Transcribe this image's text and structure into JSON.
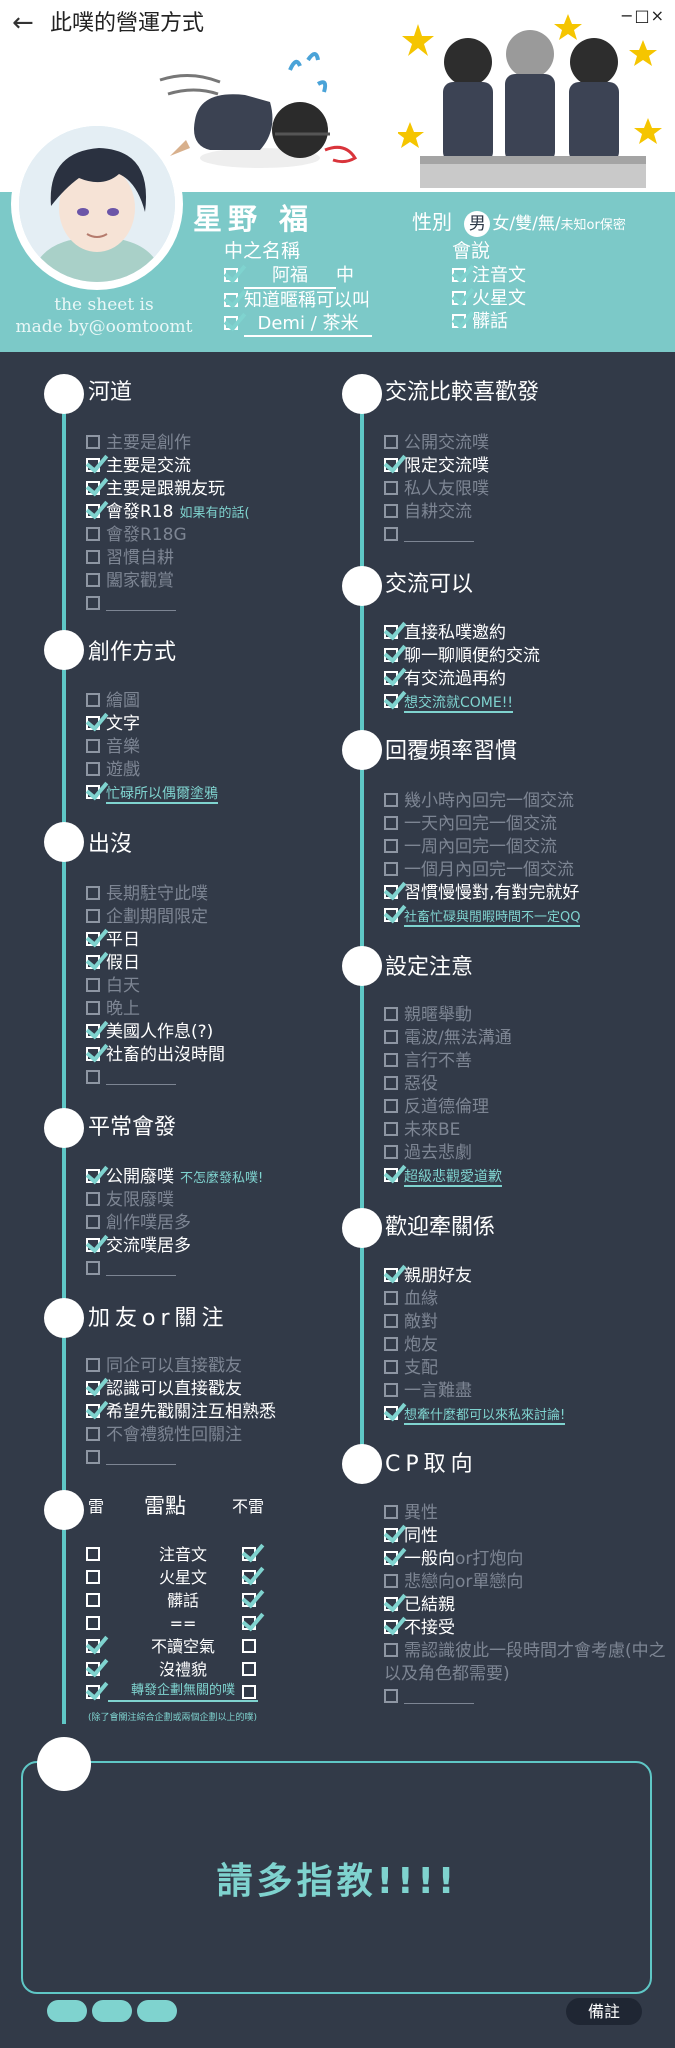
{
  "header": {
    "back_arrow": "←",
    "title": "此噗的營運方式",
    "window_controls": "−□×"
  },
  "credit": {
    "line1": "the sheet is",
    "line2": "made by@oomtoomt"
  },
  "profile": {
    "name": "星野 福",
    "gender_label": "性別",
    "gender_selected": "男",
    "gender_rest": "女/雙/無/",
    "gender_rest_small": "未知or保密",
    "middle_name_label": "中之名稱",
    "middle_name_rows": [
      {
        "value": "阿福",
        "suffix": "中"
      },
      {
        "value": "知道暱稱可以叫"
      },
      {
        "value": "Demi / 茶米"
      }
    ],
    "speaks_label": "會說",
    "speaks_rows": [
      "注音文",
      "火星文",
      "髒話"
    ]
  },
  "sections": {
    "river": {
      "title": "河道",
      "items": [
        {
          "text": "主要是創作",
          "checked": false
        },
        {
          "text": "主要是交流",
          "checked": true
        },
        {
          "text": "主要是跟親友玩",
          "checked": true
        },
        {
          "text": "會發R18",
          "checked": true,
          "note": "如果有的話("
        },
        {
          "text": "會發R18G",
          "checked": false
        },
        {
          "text": "習慣自耕",
          "checked": false
        },
        {
          "text": "闔家觀賞",
          "checked": false
        }
      ]
    },
    "create": {
      "title": "創作方式",
      "items": [
        {
          "text": "繪圖",
          "checked": false
        },
        {
          "text": "文字",
          "checked": true
        },
        {
          "text": "音樂",
          "checked": false
        },
        {
          "text": "遊戲",
          "checked": false
        }
      ],
      "custom": "忙碌所以偶爾塗鴉"
    },
    "appear": {
      "title": "出沒",
      "items": [
        {
          "text": "長期駐守此噗",
          "checked": false
        },
        {
          "text": "企劃期間限定",
          "checked": false
        },
        {
          "text": "平日",
          "checked": true
        },
        {
          "text": "假日",
          "checked": true
        },
        {
          "text": "白天",
          "checked": false
        },
        {
          "text": "晚上",
          "checked": false
        },
        {
          "text": "美國人作息(?)",
          "checked": true
        },
        {
          "text": "社畜的出沒時間",
          "checked": true
        }
      ]
    },
    "usually": {
      "title": "平常會發",
      "items": [
        {
          "text": "公開廢噗",
          "checked": true,
          "note": "不怎麼發私噗!"
        },
        {
          "text": "友限廢噗",
          "checked": false
        },
        {
          "text": "創作噗居多",
          "checked": false
        },
        {
          "text": "交流噗居多",
          "checked": true
        }
      ]
    },
    "follow": {
      "title": "加友or關注",
      "items": [
        {
          "text": "同企可以直接戳友",
          "checked": false
        },
        {
          "text": "認識可以直接戳友",
          "checked": true
        },
        {
          "text": "希望先戳關注互相熟悉",
          "checked": true
        },
        {
          "text": "不會禮貌性回關注",
          "checked": false
        }
      ]
    },
    "triggers": {
      "title_left": "雷",
      "title_mid": "雷點",
      "title_right": "不雷",
      "rows": [
        {
          "text": "注音文",
          "left": false,
          "right": true
        },
        {
          "text": "火星文",
          "left": false,
          "right": true
        },
        {
          "text": "髒話",
          "left": false,
          "right": true
        },
        {
          "text": "==",
          "left": false,
          "right": true
        },
        {
          "text": "不讀空氣",
          "left": true,
          "right": false
        },
        {
          "text": "沒禮貌",
          "left": true,
          "right": false
        },
        {
          "text": "轉發企劃無關的噗",
          "left": true,
          "right": false
        }
      ],
      "footnote": "(除了會關注綜合企劃或兩個企劃以上的噗)"
    },
    "exchange_pref": {
      "title": "交流比較喜歡發",
      "items": [
        {
          "text": "公開交流噗",
          "checked": false
        },
        {
          "text": "限定交流噗",
          "checked": true
        },
        {
          "text": "私人友限噗",
          "checked": false
        },
        {
          "text": "自耕交流",
          "checked": false
        }
      ]
    },
    "exchange_ok": {
      "title": "交流可以",
      "items": [
        {
          "text": "直接私噗邀約",
          "checked": true
        },
        {
          "text": "聊一聊順便約交流",
          "checked": true
        },
        {
          "text": "有交流過再約",
          "checked": true
        }
      ],
      "custom": "想交流就COME!!"
    },
    "reply": {
      "title": "回覆頻率習慣",
      "items": [
        {
          "text": "幾小時內回完一個交流",
          "checked": false
        },
        {
          "text": "一天內回完一個交流",
          "checked": false
        },
        {
          "text": "一周內回完一個交流",
          "checked": false
        },
        {
          "text": "一個月內回完一個交流",
          "checked": false
        },
        {
          "text": "習慣慢慢對,有對完就好",
          "checked": true
        }
      ],
      "custom": "社畜忙碌與閒暇時間不一定QQ"
    },
    "setting": {
      "title": "設定注意",
      "items": [
        {
          "text": "親暱舉動",
          "checked": false
        },
        {
          "text": "電波/無法溝通",
          "checked": false
        },
        {
          "text": "言行不善",
          "checked": false
        },
        {
          "text": "惡役",
          "checked": false
        },
        {
          "text": "反道德倫理",
          "checked": false
        },
        {
          "text": "未來BE",
          "checked": false
        },
        {
          "text": "過去悲劇",
          "checked": false
        }
      ],
      "custom": "超級悲觀愛道歉"
    },
    "relations": {
      "title": "歡迎牽關係",
      "items": [
        {
          "text": "親朋好友",
          "checked": true
        },
        {
          "text": "血緣",
          "checked": false
        },
        {
          "text": "敵對",
          "checked": false
        },
        {
          "text": "炮友",
          "checked": false
        },
        {
          "text": "支配",
          "checked": false
        },
        {
          "text": "一言難盡",
          "checked": false
        }
      ],
      "custom": "想牽什麼都可以來私來討論!"
    },
    "cp": {
      "title": "CP取向",
      "items": [
        {
          "text": "異性",
          "checked": false
        },
        {
          "text": "同性",
          "checked": true
        },
        {
          "text": "一般向",
          "checked": true,
          "dim": "or打炮向"
        },
        {
          "text": "悲戀向or單戀向",
          "checked": false
        },
        {
          "text": "已結親",
          "checked": true
        },
        {
          "text": "不接受",
          "checked": true
        },
        {
          "text": "需認識彼此一段時間才會考慮(中之以及角色都需要)",
          "checked": false
        }
      ]
    }
  },
  "greeting": "請多指教!!!!",
  "memo_label": "備註",
  "colors": {
    "accent": "#7cc9c8",
    "background": "#323a48",
    "check": "#7fd3cf"
  }
}
